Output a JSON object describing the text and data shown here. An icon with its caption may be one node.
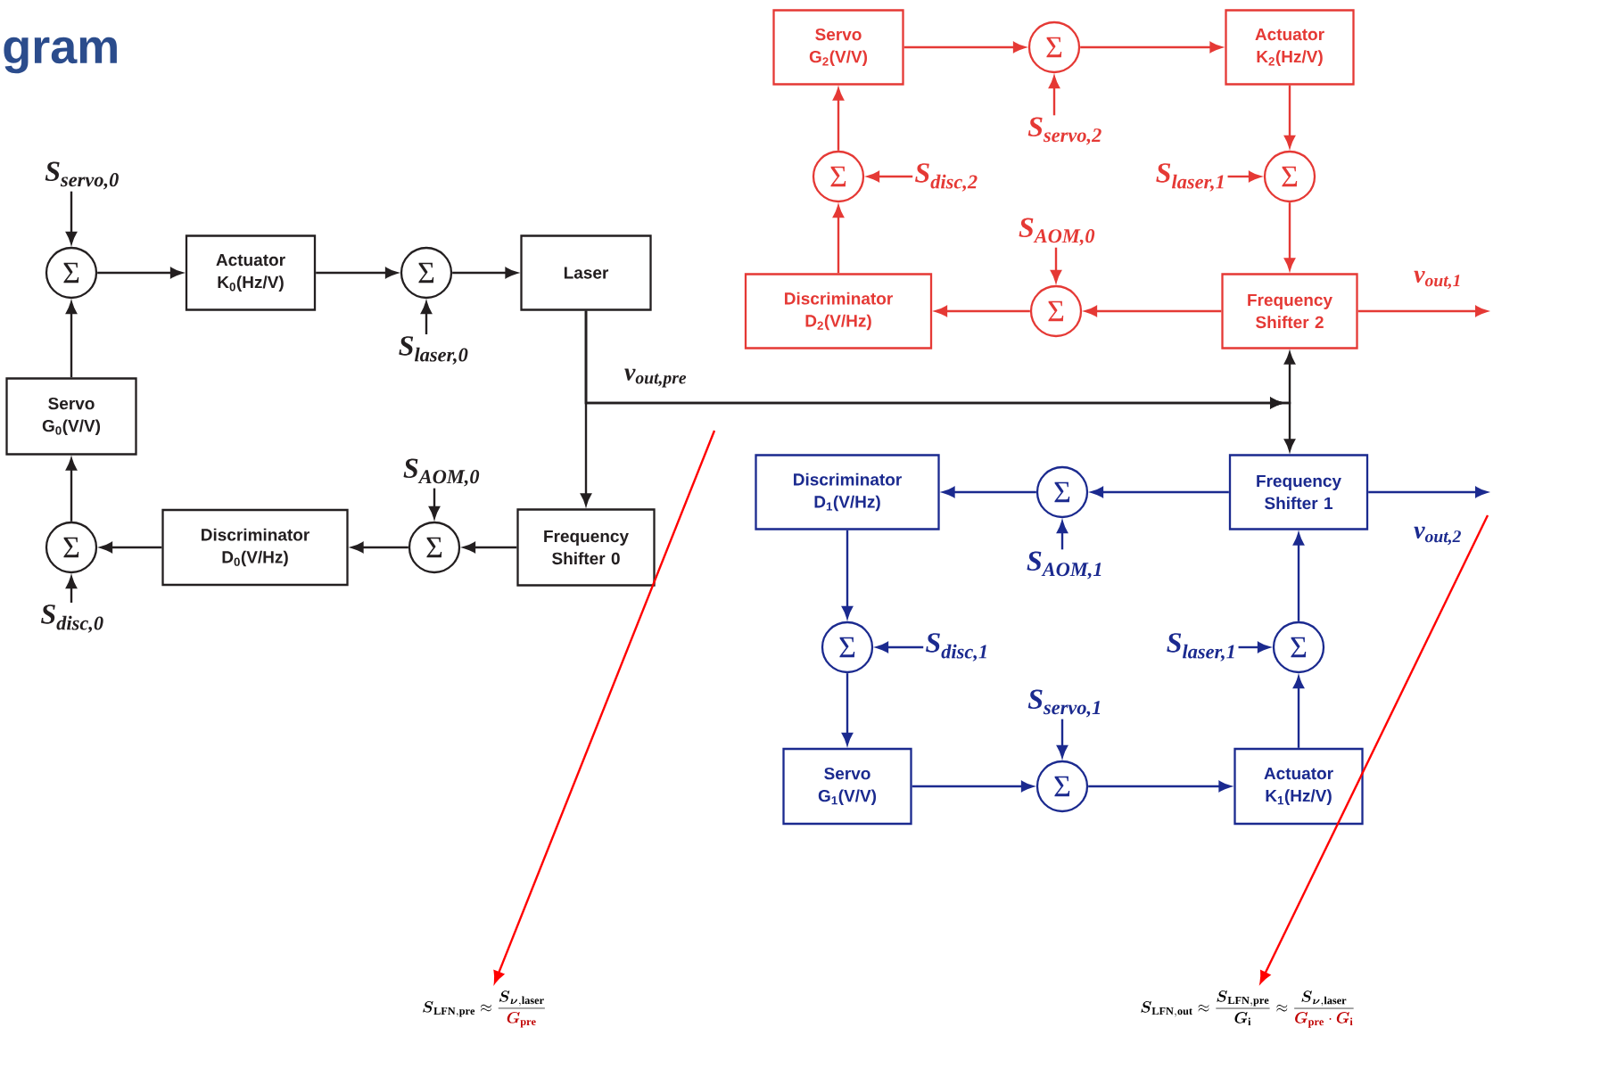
{
  "diagram": {
    "title": "gram",
    "nodes": [
      {
        "text": [
          "Σ"
        ]
      },
      {
        "text": [
          "Actuator K$_{0}$(Hz/V)"
        ]
      },
      {
        "text": [
          "Σ"
        ]
      },
      {
        "text": [
          "Laser"
        ]
      },
      {
        "text": [
          "Servo G$_{0}$(V/V)"
        ]
      },
      {
        "text": [
          "Σ"
        ]
      },
      {
        "text": [
          "Discriminator D$_{0}$(V/Hz)"
        ]
      },
      {
        "text": [
          "Σ"
        ]
      },
      {
        "text": [
          "Frequency Shifter 0"
        ]
      },
      {
        "text": [
          "S$_{servo,0}$"
        ]
      },
      {
        "text": [
          "S$_{laser,0}$"
        ]
      },
      {
        "text": [
          "S$_{AOM,0}$"
        ]
      },
      {
        "text": [
          "S$_{disc,0}$"
        ]
      },
      {
        "text": [
          "Servo G$_{2}$(V/V)"
        ]
      },
      {
        "text": [
          "Σ"
        ]
      },
      {
        "text": [
          "Actuator K$_{2}$(Hz/V)"
        ]
      },
      {
        "text": [
          "Σ"
        ]
      },
      {
        "text": [
          "Σ"
        ]
      },
      {
        "text": [
          "Σ"
        ]
      },
      {
        "text": [
          "Discriminator D$_{2}$(V/Hz)"
        ]
      },
      {
        "text": [
          "Frequency Shifter 2"
        ]
      },
      {
        "text": [
          "S$_{servo,2}$"
        ]
      },
      {
        "text": [
          "S$_{disc,2}$"
        ]
      },
      {
        "text": [
          "S$_{laser,1}$"
        ]
      },
      {
        "text": [
          "S$_{AOM,0}$"
        ]
      },
      {
        "text": [
          "Discriminator D$_{1}$(V/Hz)"
        ]
      },
      {
        "text": [
          "Σ"
        ]
      },
      {
        "text": [
          "Frequency Shifter 1"
        ]
      },
      {
        "text": [
          "Σ"
        ]
      },
      {
        "text": [
          "Σ"
        ]
      },
      {
        "text": [
          "Servo G$_{1}$(V/V)"
        ]
      },
      {
        "text": [
          "Σ"
        ]
      },
      {
        "text": [
          "Actuator K$_{1}$(Hz/V)"
        ]
      },
      {
        "text": [
          "S$_{AOM,1}$"
        ]
      },
      {
        "text": [
          "S$_{disc,1}$"
        ]
      },
      {
        "text": [
          "S$_{laser,1}$"
        ]
      },
      {
        "text": [
          "S$_{servo,1}$"
        ]
      },
      {
        "text": [
          "\\boldsymbol{S}_{\\mathbf{LFN,pre}} \\approx \\frac{\\boldsymbol{S}_{\\boldsymbol{\\nu},\\mathbf{laser}}}{{\\color[HTML]{C00000}\\boldsymbol{G}_{\\mathbf{pre}}}}"
        ]
      },
      {
        "text": [
          "\\boldsymbol{S}_{\\mathbf{LFN,out}} \\approx \\frac{\\boldsymbol{S}_{\\mathbf{LFN,pre}}}{\\boldsymbol{G}_{\\mathbf{i}}} \\approx \\frac{\\boldsymbol{S}_{\\boldsymbol{\\nu},\\mathbf{laser}}}{{\\color[HTML]{C00000}\\boldsymbol{G}_{\\mathbf{pre}}\\cdot\\boldsymbol{G}_{\\mathbf{i}}}}"
        ]
      }
    ],
    "edges": [
      {
        "from": 0,
        "to": 1,
        "arrow": "to"
      },
      {
        "from": 1,
        "to": 2,
        "arrow": "to"
      },
      {
        "from": 2,
        "to": 3,
        "arrow": "to"
      },
      {
        "from": 3,
        "to": 8,
        "arrow": "to"
      },
      {
        "from": 8,
        "to": 7,
        "arrow": "to"
      },
      {
        "from": 7,
        "to": 6,
        "arrow": "to"
      },
      {
        "from": 6,
        "to": 5,
        "arrow": "to"
      },
      {
        "from": 5,
        "to": 4,
        "arrow": "to"
      },
      {
        "from": 4,
        "to": 0,
        "arrow": "to"
      },
      {
        "from": 9,
        "to": 0,
        "arrow": "to"
      },
      {
        "from": 10,
        "to": 2,
        "arrow": "to"
      },
      {
        "from": 11,
        "to": 7,
        "arrow": "to"
      },
      {
        "from": 12,
        "to": 5,
        "arrow": "to"
      },
      {
        "from": 3,
        "to": 20,
        "arrow": "to",
        "label": "ν$_{out,pre}$"
      },
      {
        "from": 3,
        "to": 27,
        "arrow": "to"
      },
      {
        "from": 13,
        "to": 14,
        "arrow": "to",
        "color": "#e53935"
      },
      {
        "from": 14,
        "to": 15,
        "arrow": "to",
        "color": "#e53935"
      },
      {
        "from": 15,
        "to": 17,
        "arrow": "to",
        "color": "#e53935"
      },
      {
        "from": 17,
        "to": 20,
        "arrow": "to",
        "color": "#e53935"
      },
      {
        "from": 20,
        "to": 18,
        "arrow": "to",
        "color": "#e53935"
      },
      {
        "from": 18,
        "to": 19,
        "arrow": "to",
        "color": "#e53935"
      },
      {
        "from": 19,
        "to": 16,
        "arrow": "to",
        "color": "#e53935"
      },
      {
        "from": 16,
        "to": 13,
        "arrow": "to",
        "color": "#e53935"
      },
      {
        "from": 21,
        "to": 14,
        "arrow": "to",
        "color": "#e53935"
      },
      {
        "from": 22,
        "to": 16,
        "arrow": "to",
        "color": "#e53935"
      },
      {
        "from": 23,
        "to": 17,
        "arrow": "to",
        "color": "#e53935"
      },
      {
        "from": 24,
        "to": 18,
        "arrow": "to",
        "color": "#e53935"
      },
      {
        "from": 20,
        "to": null,
        "arrow": "to",
        "label": "ν$_{out,1}$",
        "color": "#e53935"
      },
      {
        "from": 27,
        "to": 26,
        "arrow": "to",
        "color": "#1b2a8f"
      },
      {
        "from": 26,
        "to": 25,
        "arrow": "to",
        "color": "#1b2a8f"
      },
      {
        "from": 25,
        "to": 28,
        "arrow": "to",
        "color": "#1b2a8f"
      },
      {
        "from": 28,
        "to": 30,
        "arrow": "to",
        "color": "#1b2a8f"
      },
      {
        "from": 30,
        "to": 31,
        "arrow": "to",
        "color": "#1b2a8f"
      },
      {
        "from": 31,
        "to": 32,
        "arrow": "to",
        "color": "#1b2a8f"
      },
      {
        "from": 32,
        "to": 29,
        "arrow": "to",
        "color": "#1b2a8f"
      },
      {
        "from": 29,
        "to": 27,
        "arrow": "to",
        "color": "#1b2a8f"
      },
      {
        "from": 33,
        "to": 26,
        "arrow": "to",
        "color": "#1b2a8f"
      },
      {
        "from": 34,
        "to": 28,
        "arrow": "to",
        "color": "#1b2a8f"
      },
      {
        "from": 35,
        "to": 29,
        "arrow": "to",
        "color": "#1b2a8f"
      },
      {
        "from": 36,
        "to": 31,
        "arrow": "to",
        "color": "#1b2a8f"
      },
      {
        "from": 27,
        "to": null,
        "arrow": "to",
        "label": "ν$_{out,2}$",
        "color": "#1b2a8f"
      },
      {
        "from": null,
        "to": 37,
        "arrow": "to",
        "color": "#ff0000"
      },
      {
        "from": null,
        "to": 38,
        "arrow": "to",
        "color": "#ff0000"
      }
    ]
  }
}
